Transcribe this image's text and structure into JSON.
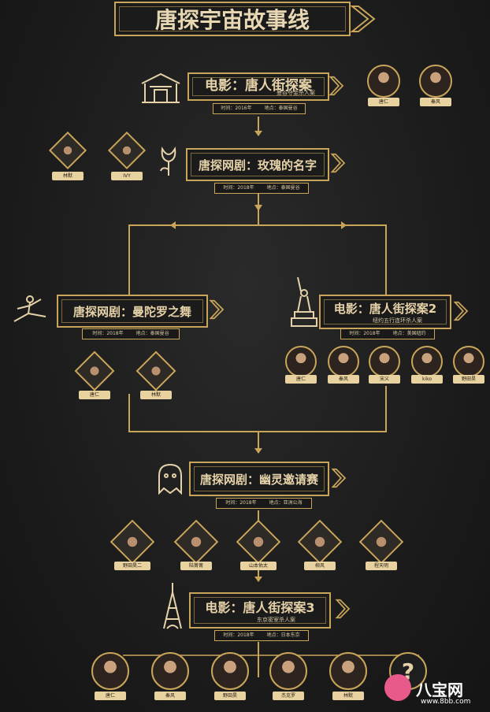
{
  "title": "唐探宇宙故事线",
  "nodes": [
    {
      "id": "n1",
      "kind": "电影",
      "title": "电影：唐人街探案",
      "subtitle": "曼谷夺金杀人案",
      "time": "时间：2016年",
      "place": "地点：泰国曼谷",
      "icon": "temple-icon"
    },
    {
      "id": "n2",
      "kind": "网剧",
      "title": "唐探网剧：玫瑰的名字",
      "subtitle": "",
      "time": "时间：2018年",
      "place": "地点：泰国曼谷",
      "icon": "rose-icon"
    },
    {
      "id": "n3",
      "kind": "网剧",
      "title": "唐探网剧：曼陀罗之舞",
      "subtitle": "",
      "time": "时间：2018年",
      "place": "地点：泰国曼谷",
      "icon": "dancer-icon"
    },
    {
      "id": "n4",
      "kind": "电影",
      "title": "电影：唐人街探案2",
      "subtitle": "纽约五行连环杀人案",
      "time": "时间：2018年",
      "place": "地点：美国纽约",
      "icon": "statue-of-liberty-icon"
    },
    {
      "id": "n5",
      "kind": "网剧",
      "title": "唐探网剧：幽灵邀请赛",
      "subtitle": "",
      "time": "时间：2018年",
      "place": "地点：亚洲公海",
      "icon": "ghost-icon"
    },
    {
      "id": "n6",
      "kind": "电影",
      "title": "电影：唐人街探案3",
      "subtitle": "东京密室杀人案",
      "time": "时间：2018年",
      "place": "地点：日本东京",
      "icon": "tokyo-tower-icon"
    }
  ],
  "cast": {
    "n1": [
      "唐仁",
      "秦风"
    ],
    "n2": [
      "林默",
      "IVY"
    ],
    "n3": [
      "唐仁",
      "林默"
    ],
    "n4": [
      "唐仁",
      "秦风",
      "宋义",
      "kiko",
      "野田昊"
    ],
    "n5": [
      "野田昊二",
      "陆菁菁",
      "山本佑太",
      "柳风",
      "程天明"
    ],
    "n6": [
      "唐仁",
      "秦风",
      "野田昊",
      "杰克罗",
      "林默",
      "?"
    ]
  },
  "watermark": {
    "brand": "八宝网",
    "url": "www.8bb.com"
  },
  "colors": {
    "gold": "#c9a55a",
    "bg": "#1c1c1c",
    "text": "#e6d2a8"
  }
}
